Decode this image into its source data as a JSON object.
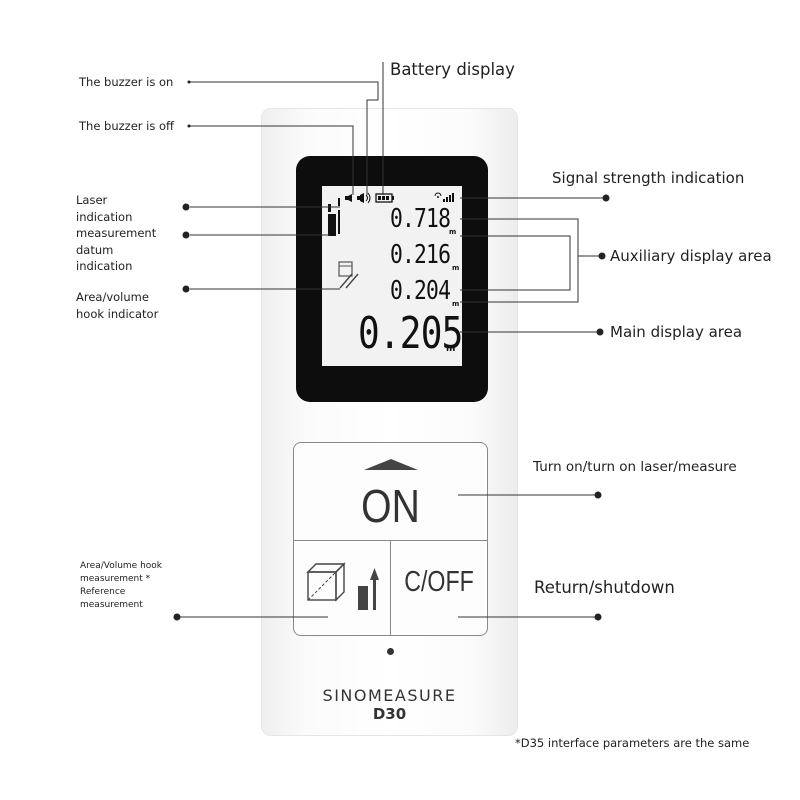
{
  "labels": {
    "buzzer_on": "The buzzer is on",
    "buzzer_off": "The buzzer is off",
    "battery": "Battery display",
    "laser_1": "Laser",
    "laser_2": "indication",
    "datum_1": "measurement",
    "datum_2": "datum",
    "datum_3": "indication",
    "hook_1": "Area/volume",
    "hook_2": "hook indicator",
    "signal": "Signal strength indication",
    "auxiliary": "Auxiliary display area",
    "main": "Main display area",
    "turn_on": "Turn on/turn on laser/measure",
    "return": "Return/shutdown",
    "area_key_1": "Area/Volume hook",
    "area_key_2": "measurement *",
    "area_key_3": "Reference",
    "area_key_4": "measurement",
    "footnote": "*D35 interface parameters are the same"
  },
  "display": {
    "aux1": "0.718",
    "aux2": "0.216",
    "aux3": "0.204",
    "main": "0.205",
    "unit": "m"
  },
  "keys": {
    "on": "ON",
    "coff": "C/OFF"
  },
  "device": {
    "brand": "SINOMEASURE",
    "model": "D30"
  },
  "colors": {
    "bezel": "#0d0d0d",
    "lcd": "#f2f2f2",
    "body": "#ffffff",
    "line": "#222222"
  }
}
